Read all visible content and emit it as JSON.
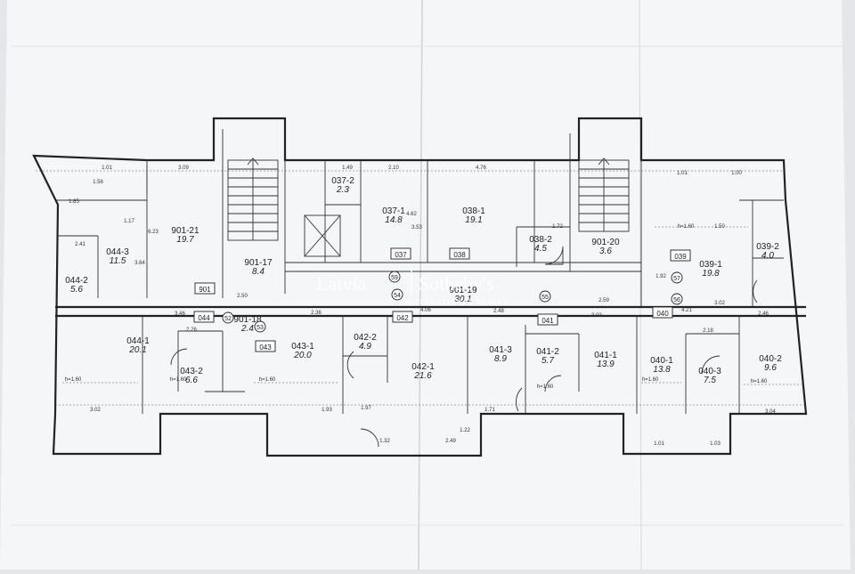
{
  "watermark": {
    "left": "Latvia",
    "right": "Sotheby's",
    "sub": "INTERNATIONAL REALTY"
  },
  "rooms": [
    {
      "code": "901-21",
      "area": "19.7"
    },
    {
      "code": "901-17",
      "area": "8.4"
    },
    {
      "code": "037-2",
      "area": "2.3"
    },
    {
      "code": "037-1",
      "area": "14.8"
    },
    {
      "code": "038-1",
      "area": "19.1"
    },
    {
      "code": "038-2",
      "area": "4.5"
    },
    {
      "code": "901-20",
      "area": "3.6"
    },
    {
      "code": "039-1",
      "area": "19.8"
    },
    {
      "code": "039-2",
      "area": "4.0"
    },
    {
      "code": "044-3",
      "area": "11.5"
    },
    {
      "code": "044-2",
      "area": "5.6"
    },
    {
      "code": "044-1",
      "area": "20.1"
    },
    {
      "code": "043-2",
      "area": "6.6"
    },
    {
      "code": "901-18",
      "area": "2.4"
    },
    {
      "code": "043-1",
      "area": "20.0"
    },
    {
      "code": "042-2",
      "area": "4.9"
    },
    {
      "code": "042-1",
      "area": "21.6"
    },
    {
      "code": "901-19",
      "area": "30.1"
    },
    {
      "code": "041-3",
      "area": "8.9"
    },
    {
      "code": "041-2",
      "area": "5.7"
    },
    {
      "code": "041-1",
      "area": "13.9"
    },
    {
      "code": "040-1",
      "area": "13.8"
    },
    {
      "code": "040-3",
      "area": "7.5"
    },
    {
      "code": "040-2",
      "area": "9.6"
    }
  ],
  "tags": [
    "901",
    "044",
    "043",
    "042",
    "037",
    "038",
    "041",
    "039",
    "040"
  ],
  "circles": [
    "52",
    "53",
    "54",
    "55",
    "56",
    "57",
    "59"
  ],
  "dims": [
    "1.01",
    "3.09",
    "1.49",
    "2.10",
    "4.76",
    "1.01",
    "1.00",
    "1.56",
    "1.85",
    "2.41",
    "1.17",
    "3.64",
    "6.23",
    "4.62",
    "3.53",
    "3.46",
    "2.26",
    "2.36",
    "2.50",
    "4.06",
    "2.48",
    "3.03",
    "4.21",
    "2.46",
    "3.02",
    "1.93",
    "1.97",
    "1.32",
    "2.49",
    "1.22",
    "1.71",
    "3.04",
    "1.01",
    "1.03",
    "2.59",
    "1.92",
    "1.50",
    "3.02",
    "1.72",
    "2.18"
  ],
  "labels": {
    "floor_height": "h=1.60"
  }
}
